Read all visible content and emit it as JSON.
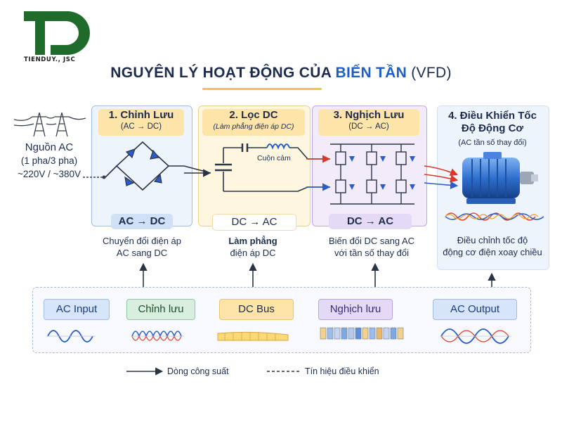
{
  "logo": {
    "mark": "TD",
    "company": "TIENDUY., JSC",
    "brand_color": "#1e6b2c"
  },
  "title": {
    "prefix": "NGUYÊN LÝ HOẠT ĐỘNG CỦA",
    "highlight": "BIẾN TẦN",
    "suffix": "(VFD)"
  },
  "source": {
    "label": "Nguồn AC",
    "phase": "(1 pha/3 pha)",
    "voltage": "~220V / ~380V",
    "icon": "power-tower-icon"
  },
  "stages": [
    {
      "title": "1. Chỉnh Lưu",
      "subtitle": "(AC → DC)",
      "pill": "AC → DC",
      "desc1": "Chuyển đổi điện áp",
      "desc2": "AC sang DC"
    },
    {
      "title": "2. Lọc DC",
      "subtitle": "(Làm phẳng điện áp DC)",
      "pill": "DC → AC",
      "inductor": "Cuộn cảm",
      "desc1": "Làm phẳng",
      "desc2": "điện áp DC"
    },
    {
      "title": "3. Nghịch Lưu",
      "subtitle": "(DC → AC)",
      "pill": "DC → AC",
      "desc1": "Biến đổi DC sang AC",
      "desc2": "với tần số thay đổi"
    },
    {
      "title1": "4. Điều Khiển Tốc",
      "title2": "Độ Động Cơ",
      "subtitle": "(AC tần số thay đổi)",
      "desc1": "Điều chỉnh tốc độ",
      "desc2": "động cơ điện xoay chiều",
      "icon": "electric-motor-icon"
    }
  ],
  "flow": [
    "AC Input",
    "Chỉnh lưu",
    "DC Bus",
    "Nghịch lưu",
    "AC Output"
  ],
  "legend": {
    "solid": "Dòng công suất",
    "dashed": "Tín hiệu điều khiển"
  },
  "colors": {
    "title_highlight": "#1f5fc4",
    "accent_yellow": "#f3c24a",
    "wave_blue": "#2b5cc9",
    "wave_red": "#e0452c",
    "motor_blue": "#2f6fd0"
  }
}
